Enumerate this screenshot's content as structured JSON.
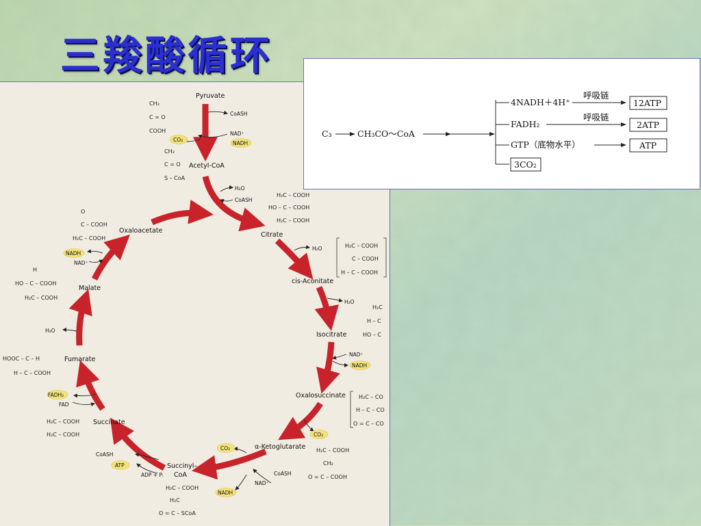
{
  "slide": {
    "title": "三羧酸循环",
    "background_color": "#c9ddb8",
    "arrow_color": "#c8232a",
    "highlight_color": "#f3e27a"
  },
  "cycle": {
    "metabolites": {
      "pyruvate": "Pyruvate",
      "acetyl_coa": "Acetyl-CoA",
      "citrate": "Citrate",
      "cis_aconitate": "cis-Aconitate",
      "isocitrate": "Isocitrate",
      "oxalosuccinate": "Oxalosuccinate",
      "alpha_ketoglutarate": "α-Ketoglutarate",
      "succinyl_coa_1": "Succinyl–",
      "succinyl_coa_2": "CoA",
      "succinate": "Succinate",
      "fumarate": "Fumarate",
      "malate": "Malate",
      "oxaloacetate": "Oxaloacetate"
    },
    "cofactors": {
      "coash": "CoASH",
      "nad": "NAD⁺",
      "nadh": "NADH",
      "co2": "CO₂",
      "h2o": "H₂O",
      "fadh2": "FADH₂",
      "fad": "FAD",
      "atp": "ATP",
      "adp_pi": "ADP + Pᵢ"
    },
    "structures": {
      "pyruvate": [
        "CH₃",
        "C = O",
        "COOH"
      ],
      "acetyl_coa": [
        "CH₃",
        "C = O",
        "S – CoA"
      ],
      "citrate": [
        "H₂C – COOH",
        "HO – C – COOH",
        "H₂C – COOH"
      ],
      "cis_aconitate": [
        "H₂C – COOH",
        "C – COOH",
        "H – C – COOH"
      ],
      "isocitrate": [
        "H₂C",
        "H – C",
        "HO – C"
      ],
      "oxalosuccinate": [
        "H₂C – CO",
        "H – C – CO",
        "O = C – CO"
      ],
      "alpha_ketoglutarate": [
        "H₂C – COOH",
        "CH₂",
        "O = C – COOH"
      ],
      "succinyl_coa": [
        "H₂C – COOH",
        "H₂C",
        "O = C – SCoA"
      ],
      "succinate": [
        "H₂C – COOH",
        "H₂C – COOH"
      ],
      "fumarate": [
        "HOOC – C – H",
        "H – C – COOH"
      ],
      "malate": [
        "H",
        "HO – C – COOH",
        "H₂C – COOH"
      ],
      "oxaloacetate": [
        "O",
        "C – COOH",
        "H₂C – COOH"
      ]
    }
  },
  "summary": {
    "start": "C₃",
    "acetyl": "CH₃CO～CoA",
    "rows": [
      {
        "product": "4NADH＋4H⁺",
        "via": "呼吸链",
        "result": "12ATP"
      },
      {
        "product": "FADH₂",
        "via": "呼吸链",
        "result": "2ATP"
      },
      {
        "product": "GTP（底物水平）",
        "via": "",
        "result": "ATP"
      },
      {
        "product": "3CO₂",
        "via": "",
        "result": ""
      }
    ]
  }
}
